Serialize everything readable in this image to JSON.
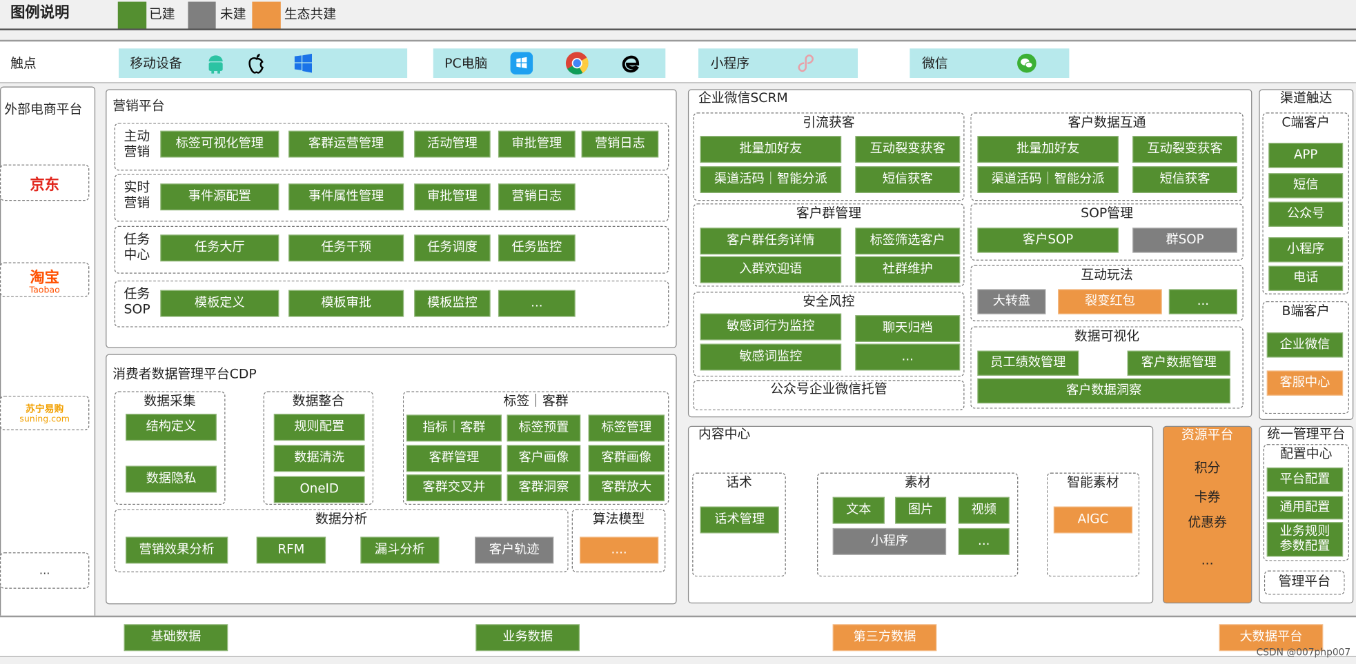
{
  "colors": {
    "built": "#548f30",
    "unbuilt": "#7f7f7f",
    "eco": "#ed9644",
    "touchpoint_bg": "#b7e9ec"
  },
  "legend": {
    "title": "图例说明",
    "items": [
      {
        "label": "已建",
        "status": "built"
      },
      {
        "label": "未建",
        "status": "unbuilt"
      },
      {
        "label": "生态共建",
        "status": "eco"
      }
    ]
  },
  "touchpoints": {
    "title": "触点",
    "groups": [
      {
        "label": "移动设备",
        "icons": [
          "android-icon",
          "apple-icon",
          "windows-icon"
        ]
      },
      {
        "label": "PC电脑",
        "icons": [
          "windows-store-icon",
          "chrome-icon",
          "edge-icon"
        ]
      },
      {
        "label": "小程序",
        "icons": [
          "mini-program-icon"
        ]
      },
      {
        "label": "微信",
        "icons": [
          "wechat-icon"
        ]
      }
    ]
  },
  "external": {
    "title": "外部电商平台",
    "platforms": [
      {
        "name": "京东"
      },
      {
        "name": "淘宝",
        "sub": "Taobao"
      },
      {
        "name": "苏宁易购",
        "sub": "suning.com"
      },
      {
        "name": "..."
      }
    ]
  },
  "marketing": {
    "title": "营销平台",
    "rows": [
      {
        "label": "主动\n营销",
        "items": [
          {
            "label": "标签可视化管理",
            "status": "built"
          },
          {
            "label": "客群运营管理",
            "status": "built"
          },
          {
            "label": "活动管理",
            "status": "built"
          },
          {
            "label": "审批管理",
            "status": "built"
          },
          {
            "label": "营销日志",
            "status": "built"
          }
        ]
      },
      {
        "label": "实时\n营销",
        "items": [
          {
            "label": "事件源配置",
            "status": "built"
          },
          {
            "label": "事件属性管理",
            "status": "built"
          },
          {
            "label": "审批管理",
            "status": "built"
          },
          {
            "label": "营销日志",
            "status": "built"
          }
        ]
      },
      {
        "label": "任务\n中心",
        "items": [
          {
            "label": "任务大厅",
            "status": "built"
          },
          {
            "label": "任务干预",
            "status": "built"
          },
          {
            "label": "任务调度",
            "status": "built"
          },
          {
            "label": "任务监控",
            "status": "built"
          }
        ]
      },
      {
        "label": "任务\nSOP",
        "items": [
          {
            "label": "模板定义",
            "status": "built"
          },
          {
            "label": "模板审批",
            "status": "built"
          },
          {
            "label": "模板监控",
            "status": "built"
          },
          {
            "label": "...",
            "status": "built"
          }
        ]
      }
    ]
  },
  "cdp": {
    "title": "消费者数据管理平台CDP",
    "collection": {
      "title": "数据采集",
      "items": [
        {
          "label": "结构定义",
          "status": "built"
        },
        {
          "label": "数据隐私",
          "status": "built"
        }
      ]
    },
    "integration": {
      "title": "数据整合",
      "items": [
        {
          "label": "规则配置",
          "status": "built"
        },
        {
          "label": "数据清洗",
          "status": "built"
        },
        {
          "label": "OneID",
          "status": "built"
        }
      ]
    },
    "tags": {
      "title": "标签｜客群",
      "items": [
        {
          "label": "指标｜客群",
          "status": "built"
        },
        {
          "label": "标签预置",
          "status": "built"
        },
        {
          "label": "标签管理",
          "status": "built"
        },
        {
          "label": "客群管理",
          "status": "built"
        },
        {
          "label": "客户画像",
          "status": "built"
        },
        {
          "label": "客群画像",
          "status": "built"
        },
        {
          "label": "客群交叉并",
          "status": "built"
        },
        {
          "label": "客群洞察",
          "status": "built"
        },
        {
          "label": "客群放大",
          "status": "built"
        }
      ]
    },
    "analysis": {
      "title": "数据分析",
      "items": [
        {
          "label": "营销效果分析",
          "status": "built"
        },
        {
          "label": "RFM",
          "status": "built"
        },
        {
          "label": "漏斗分析",
          "status": "built"
        },
        {
          "label": "客户轨迹",
          "status": "unbuilt"
        }
      ]
    },
    "algorithm": {
      "title": "算法模型",
      "items": [
        {
          "label": "....",
          "status": "eco"
        }
      ]
    }
  },
  "scrm": {
    "title": "企业微信SCRM",
    "acquisition": {
      "title": "引流获客",
      "items": [
        {
          "label": "批量加好友",
          "status": "built"
        },
        {
          "label": "互动裂变获客",
          "status": "built"
        },
        {
          "label": "渠道活码｜智能分派",
          "status": "built"
        },
        {
          "label": "短信获客",
          "status": "built"
        }
      ]
    },
    "group_mgmt": {
      "title": "客户群管理",
      "items": [
        {
          "label": "客户群任务详情",
          "status": "built"
        },
        {
          "label": "标签筛选客户",
          "status": "built"
        },
        {
          "label": "入群欢迎语",
          "status": "built"
        },
        {
          "label": "社群维护",
          "status": "built"
        }
      ]
    },
    "risk": {
      "title": "安全风控",
      "items": [
        {
          "label": "敏感词行为监控",
          "status": "built"
        },
        {
          "label": "聊天归档",
          "status": "built"
        },
        {
          "label": "敏感词监控",
          "status": "built"
        },
        {
          "label": "...",
          "status": "built"
        }
      ]
    },
    "hosting": {
      "title": "公众号企业微信托管"
    },
    "data_sync": {
      "title": "客户数据互通",
      "items": [
        {
          "label": "批量加好友",
          "status": "built"
        },
        {
          "label": "互动裂变获客",
          "status": "built"
        },
        {
          "label": "渠道活码｜智能分派",
          "status": "built"
        },
        {
          "label": "短信获客",
          "status": "built"
        }
      ]
    },
    "sop": {
      "title": "SOP管理",
      "items": [
        {
          "label": "客户SOP",
          "status": "built"
        },
        {
          "label": "群SOP",
          "status": "unbuilt"
        }
      ]
    },
    "games": {
      "title": "互动玩法",
      "items": [
        {
          "label": "大转盘",
          "status": "unbuilt"
        },
        {
          "label": "裂变红包",
          "status": "eco"
        },
        {
          "label": "...",
          "status": "built"
        }
      ]
    },
    "visual": {
      "title": "数据可视化",
      "items": [
        {
          "label": "员工绩效管理",
          "status": "built"
        },
        {
          "label": "客户数据管理",
          "status": "built"
        },
        {
          "label": "客户数据洞察",
          "status": "built"
        }
      ]
    }
  },
  "channels": {
    "title": "渠道触达",
    "c_end": {
      "title": "C端客户",
      "items": [
        {
          "label": "APP",
          "status": "built"
        },
        {
          "label": "短信",
          "status": "built"
        },
        {
          "label": "公众号",
          "status": "built"
        },
        {
          "label": "小程序",
          "status": "built"
        },
        {
          "label": "电话",
          "status": "built"
        }
      ]
    },
    "b_end": {
      "title": "B端客户",
      "items": [
        {
          "label": "企业微信",
          "status": "built"
        },
        {
          "label": "客服中心",
          "status": "eco"
        }
      ]
    }
  },
  "content": {
    "title": "内容中心",
    "scripts": {
      "title": "话术",
      "items": [
        {
          "label": "话术管理",
          "status": "built"
        }
      ]
    },
    "materials": {
      "title": "素材",
      "items": [
        {
          "label": "文本",
          "status": "built"
        },
        {
          "label": "图片",
          "status": "built"
        },
        {
          "label": "视频",
          "status": "built"
        },
        {
          "label": "小程序",
          "status": "unbuilt"
        },
        {
          "label": "...",
          "status": "built"
        }
      ]
    },
    "smart": {
      "title": "智能素材",
      "items": [
        {
          "label": "AIGC",
          "status": "eco"
        }
      ]
    }
  },
  "resources": {
    "title": "资源平台",
    "status": "eco",
    "items": [
      "积分",
      "卡券",
      "优惠券",
      "..."
    ]
  },
  "management": {
    "title": "统一管理平台",
    "config": {
      "title": "配置中心",
      "items": [
        {
          "label": "平台配置",
          "status": "built"
        },
        {
          "label": "通用配置",
          "status": "built"
        },
        {
          "label": "业务规则\n参数配置",
          "status": "built"
        }
      ]
    },
    "admin": {
      "title": "管理平台"
    }
  },
  "data_layer": {
    "items": [
      {
        "label": "基础数据",
        "status": "built"
      },
      {
        "label": "业务数据",
        "status": "built"
      },
      {
        "label": "第三方数据",
        "status": "eco"
      },
      {
        "label": "大数据平台",
        "status": "eco"
      }
    ]
  },
  "watermark": "CSDN @007php007"
}
